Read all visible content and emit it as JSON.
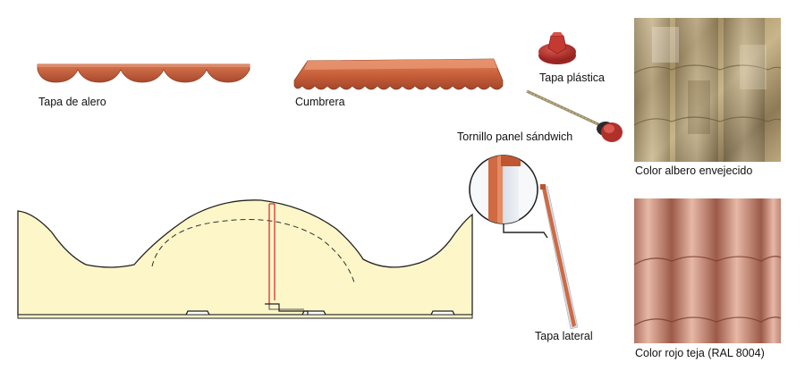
{
  "labels": {
    "eave_cap": "Tapa de alero",
    "ridge": "Cumbrera",
    "plastic_cap": "Tapa plástica",
    "sandwich_screw": "Tornillo panel sándwich",
    "side_cap": "Tapa lateral",
    "color_aged": "Color albero envejecido",
    "color_red": "Color rojo teja (RAL 8004)"
  },
  "colors": {
    "terracotta": "#c8623c",
    "terracotta_dark": "#a84a2a",
    "panel_fill": "#fdf6c8",
    "panel_outline": "#222222",
    "cut_line": "#d8202a",
    "aged_tile_base": "#b9a57e",
    "red_tile_base": "#c6907c"
  }
}
